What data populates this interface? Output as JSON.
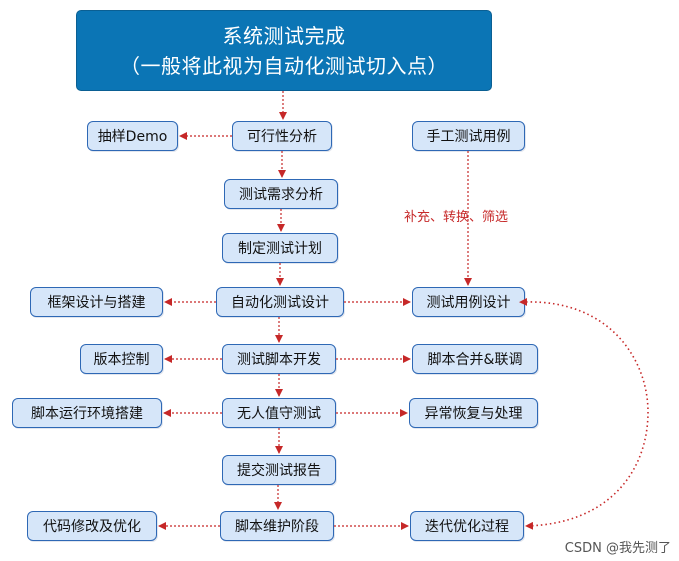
{
  "root": {
    "line1": "系统测试完成",
    "line2": "（一般将此视为自动化测试切入点）"
  },
  "nodes": {
    "sampling_demo": "抽样Demo",
    "feasibility": "可行性分析",
    "manual_cases": "手工测试用例",
    "requirement": "测试需求分析",
    "plan": "制定测试计划",
    "framework": "框架设计与搭建",
    "auto_design": "自动化测试设计",
    "case_design": "测试用例设计",
    "version_control": "版本控制",
    "script_dev": "测试脚本开发",
    "merge_debug": "脚本合并&联调",
    "env_setup": "脚本运行环境搭建",
    "unattended": "无人值守测试",
    "exception": "异常恢复与处理",
    "report": "提交测试报告",
    "code_fix": "代码修改及优化",
    "maintenance": "脚本维护阶段",
    "iteration": "迭代优化过程"
  },
  "edge_label": "补充、转换、筛选",
  "watermark": "CSDN @我先测了",
  "colors": {
    "root_fill": "#0b75b5",
    "node_fill": "#d6e6f9",
    "node_border": "#2e68b5",
    "arrow": "#c62828"
  }
}
